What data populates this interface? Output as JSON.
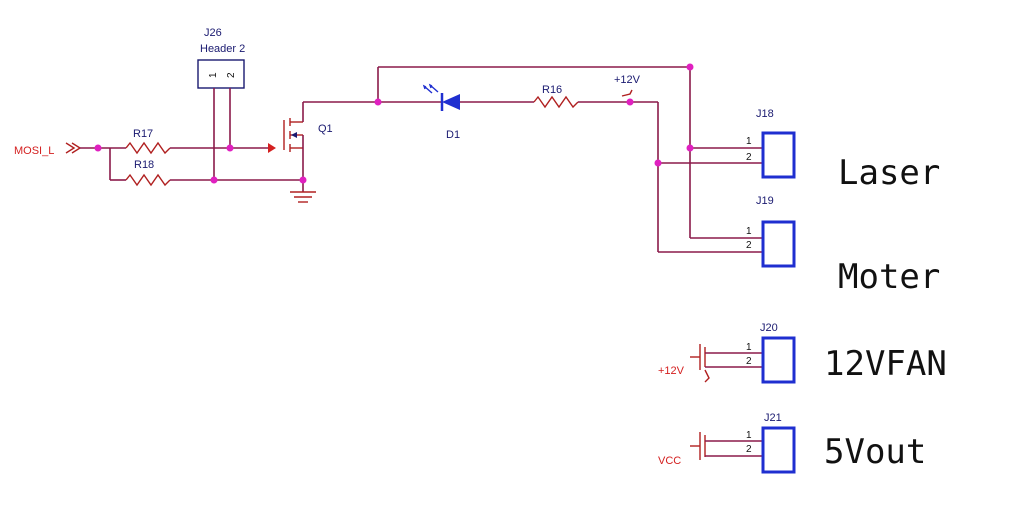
{
  "header_j26": {
    "ref": "J26",
    "value": "Header 2",
    "pin1": "1",
    "pin2": "2"
  },
  "net_input": "MOSI_L",
  "resistors": {
    "r17": "R17",
    "r18": "R18",
    "r16": "R16"
  },
  "transistor": "Q1",
  "led": "D1",
  "power_12v": "+12V",
  "power_vcc": "VCC",
  "connectors": [
    {
      "ref": "J18",
      "pin1": "1",
      "pin2": "2",
      "label": "Laser"
    },
    {
      "ref": "J19",
      "pin1": "1",
      "pin2": "2",
      "label": "Moter"
    },
    {
      "ref": "J20",
      "pin1": "1",
      "pin2": "2",
      "label": "12VFAN"
    },
    {
      "ref": "J21",
      "pin1": "1",
      "pin2": "2",
      "label": "5Vout"
    }
  ],
  "colors": {
    "wire": "#8b1a4a",
    "component": "#b02020",
    "connector": "#1f2fd0",
    "junction": "#e020c0",
    "text": "#1a1a70"
  }
}
